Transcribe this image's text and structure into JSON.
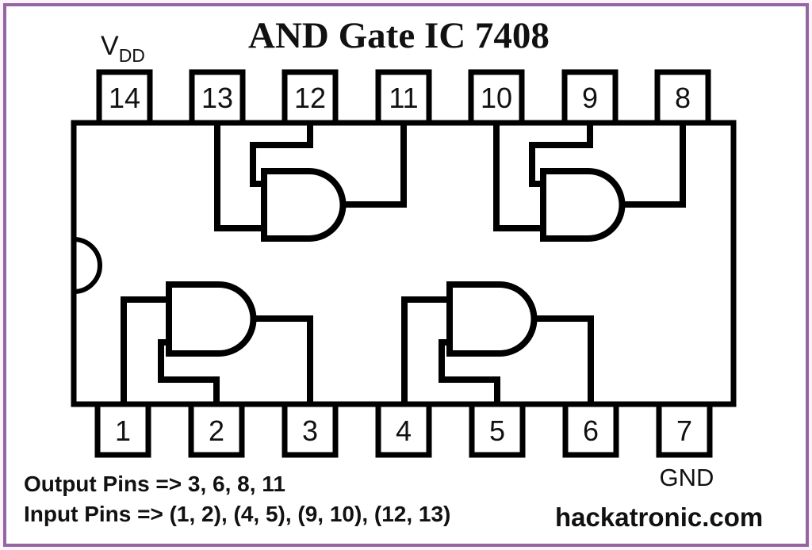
{
  "title": "AND Gate IC 7408",
  "power_labels": {
    "vdd_main": "V",
    "vdd_sub": "DD",
    "gnd": "GND"
  },
  "pins": {
    "top": [
      "14",
      "13",
      "12",
      "11",
      "10",
      "9",
      "8"
    ],
    "bottom": [
      "1",
      "2",
      "3",
      "4",
      "5",
      "6",
      "7"
    ]
  },
  "gates": [
    {
      "inputs": "1, 2",
      "output": "3"
    },
    {
      "inputs": "4, 5",
      "output": "6"
    },
    {
      "inputs": "9, 10",
      "output": "8"
    },
    {
      "inputs": "12, 13",
      "output": "11"
    }
  ],
  "notes": {
    "output_pins": "Output Pins => 3, 6, 8, 11",
    "input_pins": "Input Pins => (1, 2), (4, 5), (9, 10), (12, 13)"
  },
  "watermark": "hackatronic.com",
  "colors": {
    "border": "#9565a2",
    "line": "#000000",
    "notes": "#8f3f92",
    "watermark": "#49b1c8",
    "background": "#ffffff"
  }
}
